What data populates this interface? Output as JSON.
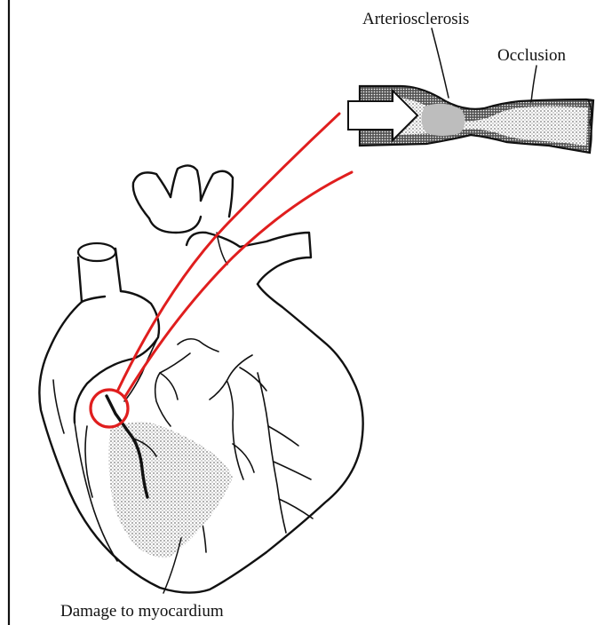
{
  "labels": {
    "arteriosclerosis": "Arteriosclerosis",
    "occlusion": "Occlusion",
    "damage": "Damage to myocardium"
  },
  "colors": {
    "highlight": "#e01e1e",
    "ink": "#111111",
    "stipple": "#9a9a9a"
  },
  "icons": {
    "flow_arrow": "right-arrow-icon"
  }
}
